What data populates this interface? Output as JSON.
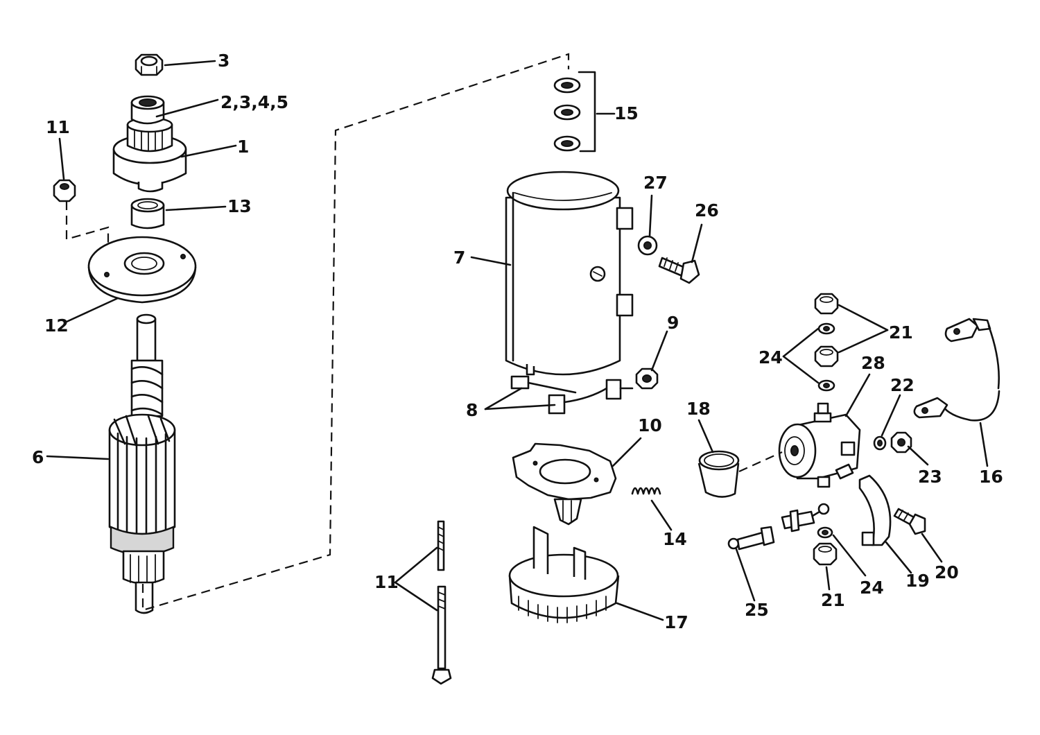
{
  "diagram": {
    "callouts": {
      "c3_top": "3",
      "c2345": "2,3,4,5",
      "c1": "1",
      "c11_left": "11",
      "c13": "13",
      "c12": "12",
      "c6": "6",
      "c15": "15",
      "c27": "27",
      "c26": "26",
      "c7": "7",
      "c9": "9",
      "c8": "8",
      "c10": "10",
      "c14": "14",
      "c11_bottom": "11",
      "c17": "17",
      "c18": "18",
      "c21_top": "21",
      "c24_top": "24",
      "c28": "28",
      "c22": "22",
      "c23": "23",
      "c16": "16",
      "c25": "25",
      "c21_bottom": "21",
      "c24_bottom": "24",
      "c19": "19",
      "c20": "20"
    }
  }
}
